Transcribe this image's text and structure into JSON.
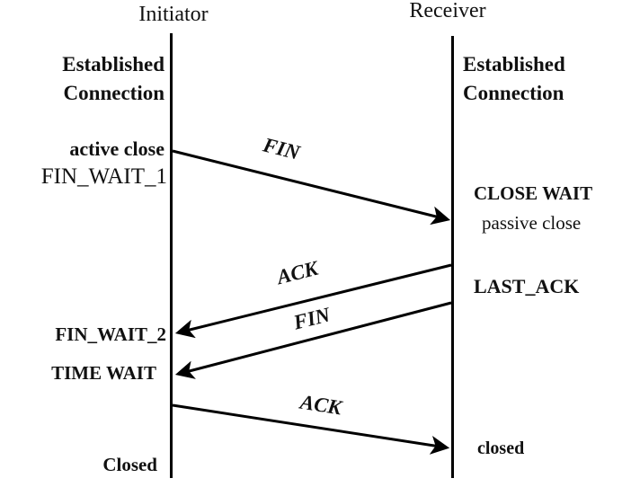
{
  "titles": {
    "initiator": "Initiator",
    "receiver": "Receiver"
  },
  "initiator_labels": {
    "established_line1": "Established",
    "established_line2": "Connection",
    "active_close": "active close",
    "fin_wait_1": "FIN_WAIT_1",
    "fin_wait_2": "FIN_WAIT_2",
    "time_wait": "TIME WAIT",
    "closed": "Closed"
  },
  "receiver_labels": {
    "established_line1": "Established",
    "established_line2": "Connection",
    "close_wait": "CLOSE WAIT",
    "passive_close": "passive close",
    "last_ack": "LAST_ACK",
    "closed": "closed"
  },
  "messages": [
    {
      "label": "FIN",
      "from": "initiator",
      "to": "receiver"
    },
    {
      "label": "ACK",
      "from": "receiver",
      "to": "initiator"
    },
    {
      "label": "FIN",
      "from": "receiver",
      "to": "initiator"
    },
    {
      "label": "ACK",
      "from": "initiator",
      "to": "receiver"
    }
  ],
  "colors": {
    "line": "#000000",
    "background": "#ffffff",
    "text": "#111111"
  }
}
